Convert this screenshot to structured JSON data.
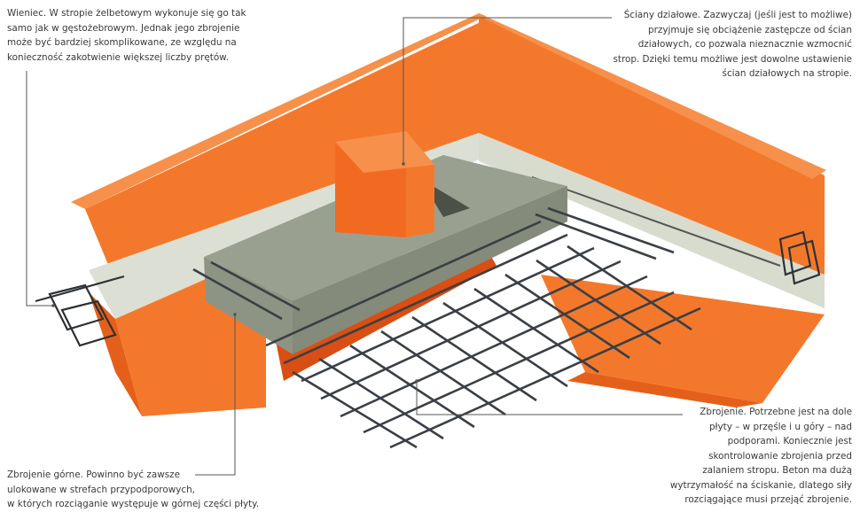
{
  "annotations": {
    "wieniec": "Wieniec. W stropie żelbetowym wykonuje się go tak\nsamo jak w gęstożebrowym. Jednak jego zbrojenie\nmoże być bardziej skomplikowane, ze względu na\nkonieczność zakotwienie większej liczby prętów.",
    "sciany_dzialowe": "Ściany działowe. Zazwyczaj (jeśli jest to możliwe)\nprzyjmuje się obciążenie zastępcze od ścian\ndziałowych, co pozwala nieznacznie wzmocnić\nstrop. Dzięki temu możliwe jest dowolne ustawienie\nścian działowych na stropie.",
    "zbrojenie": "Zbrojenie. Potrzebne jest na dole\npłyty – w przęśle i u góry – nad\npodporami. Koniecznie jest\nskontrolowanie zbrojenia przed\nzalaniem stropu. Beton ma dużą\nwytrzymałość na ściskanie, dlatego siły\nrozciągające musi przejąć zbrojenie.",
    "zbrojenie_gorne": "Zbrojenie górne. Powinno być zawsze\nulokowane w strefach przypodporowych,\nw których rozciąganie występuje w górnej części płyty."
  },
  "colors": {
    "wall": "#f4782b",
    "wall_dark": "#e4601a",
    "wall_top": "#f7904a",
    "slab": "#9aa08f",
    "slab_dark": "#848b7a",
    "band": "#dcdfd3",
    "rebar": "#3a3f45",
    "leader": "#555555"
  }
}
